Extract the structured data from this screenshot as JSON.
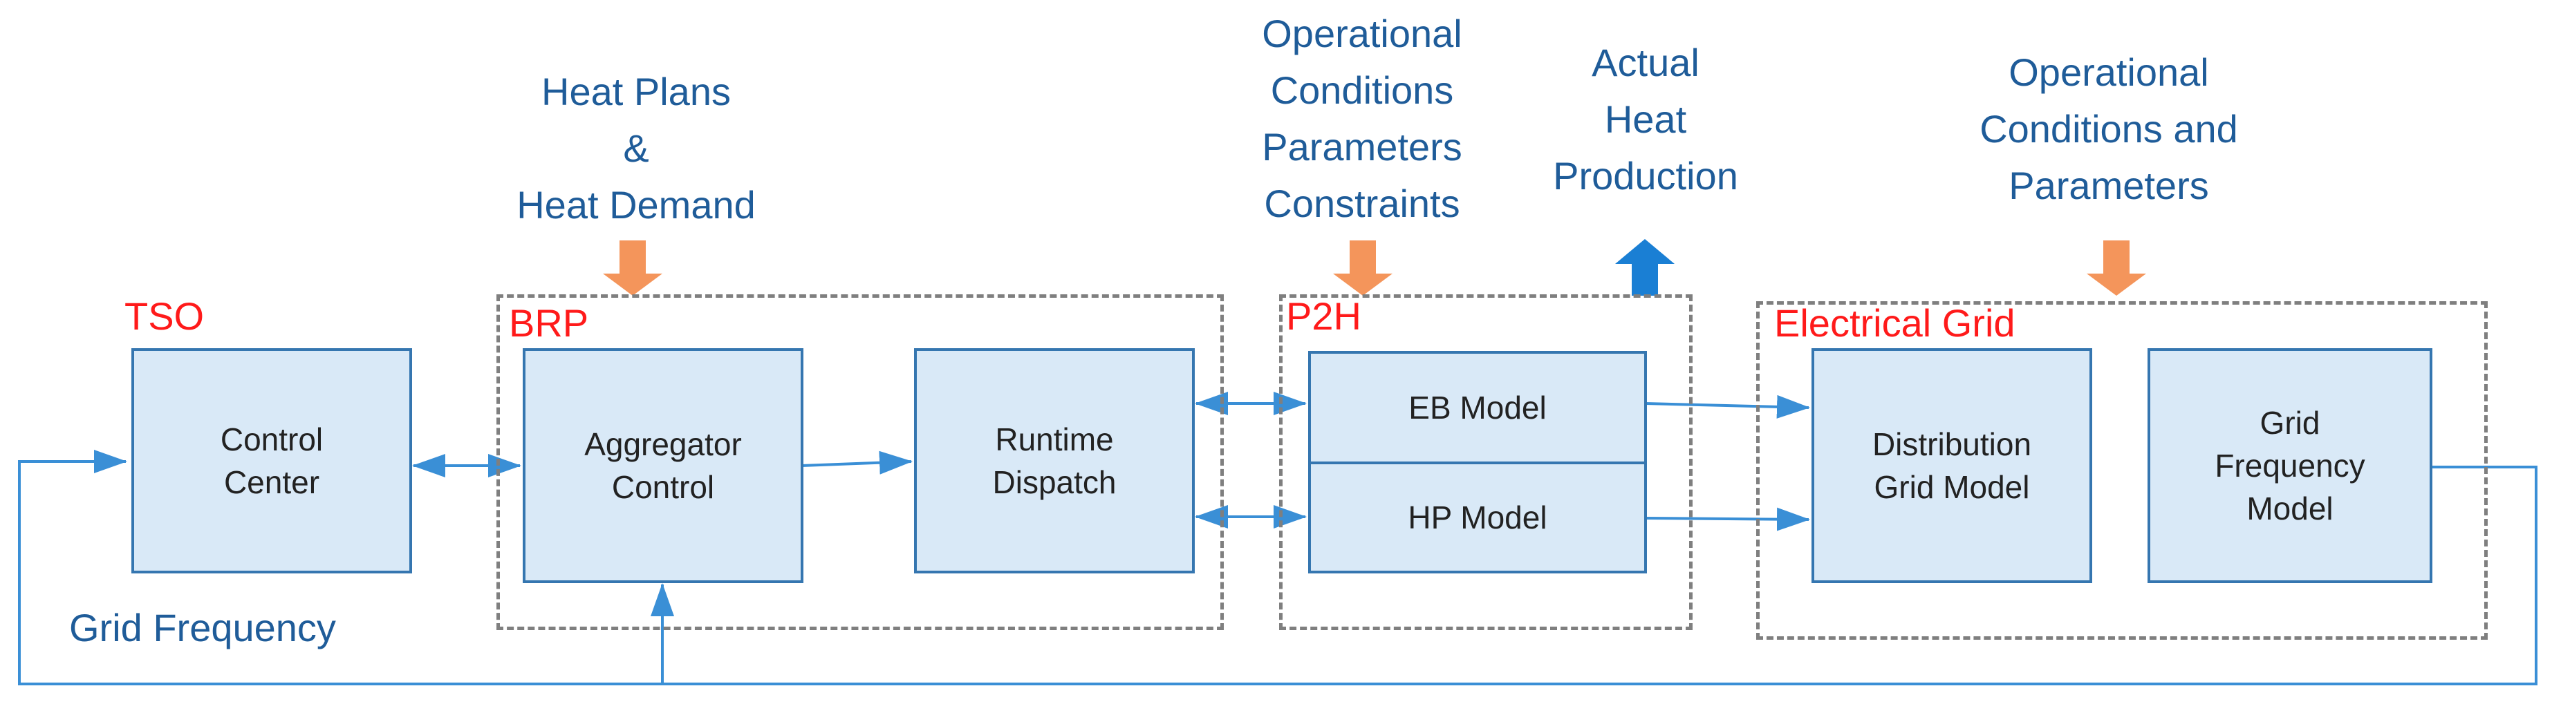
{
  "diagram": {
    "inputs": {
      "heat_plans": "Heat Plans\n&\nHeat Demand",
      "p2h_conditions": "Operational\nConditions\nParameters\nConstraints",
      "actual_heat": "Actual\nHeat\nProduction",
      "grid_conditions": "Operational\nConditions and\nParameters"
    },
    "groups": {
      "tso": "TSO",
      "brp": "BRP",
      "p2h": "P2H",
      "electrical_grid": "Electrical Grid"
    },
    "blocks": {
      "control_center": "Control\nCenter",
      "aggregator_control": "Aggregator\nControl",
      "runtime_dispatch": "Runtime\nDispatch",
      "eb_model": "EB Model",
      "hp_model": "HP Model",
      "distribution_grid_model": "Distribution\nGrid Model",
      "grid_frequency_model": "Grid\nFrequency\nModel"
    },
    "feedback_label": "Grid Frequency"
  },
  "colors": {
    "block_fill": "#d9e9f7",
    "block_border": "#3576b0",
    "line": "#3a8fd6",
    "label_blue": "#1f5c99",
    "group_label_red": "#ff1a1a",
    "input_arrow_orange": "#f4955b",
    "output_arrow_blue": "#1a7fd4",
    "dashed_border": "#7f7f7f"
  }
}
